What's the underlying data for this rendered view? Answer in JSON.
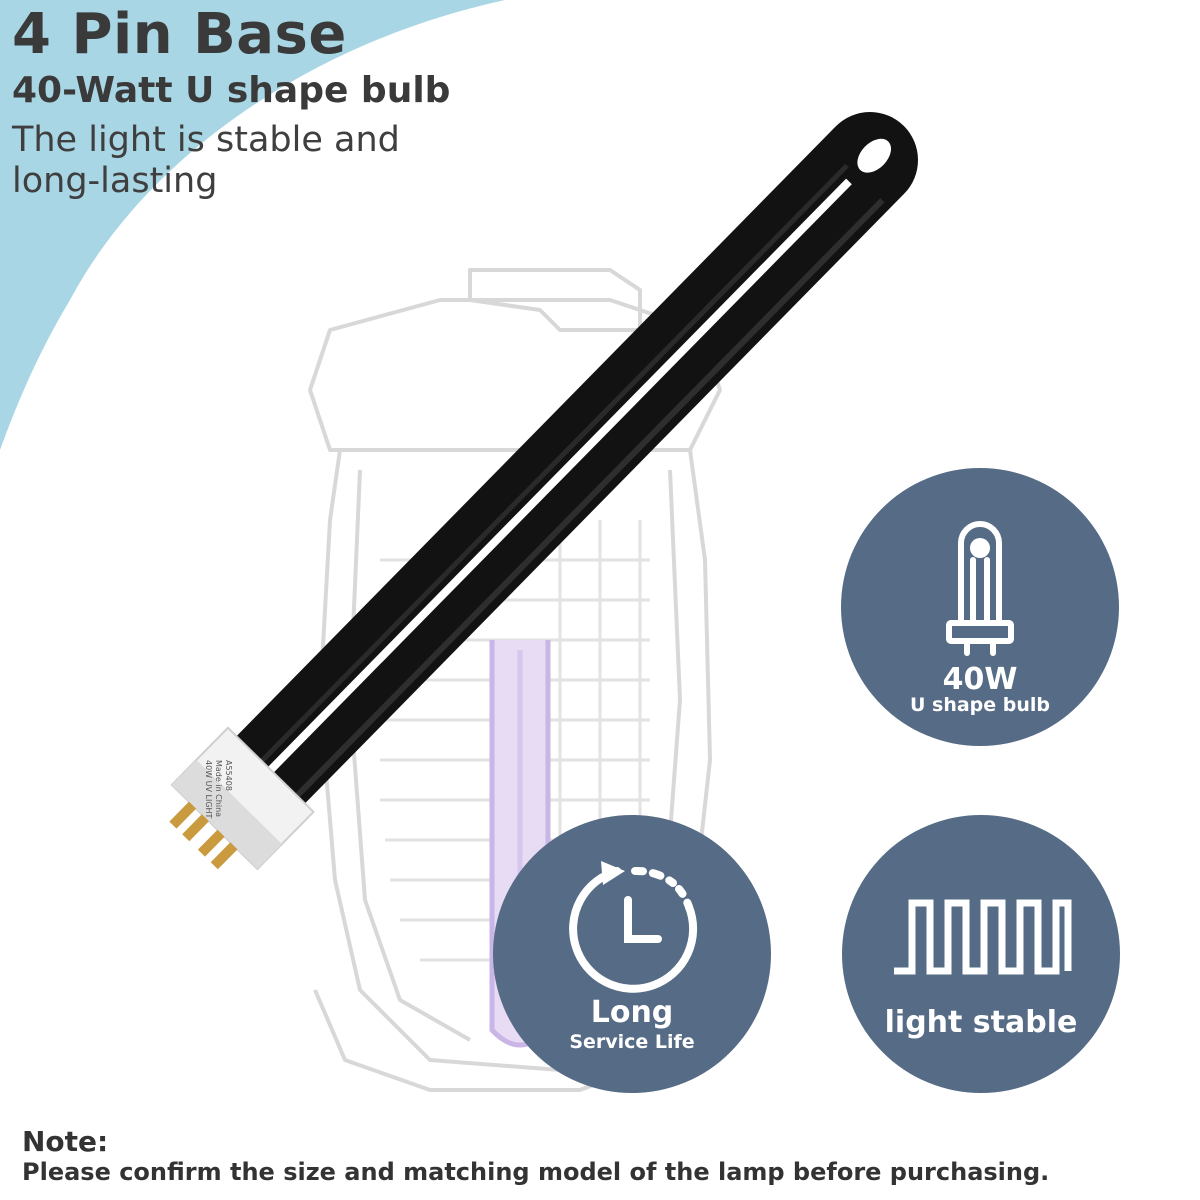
{
  "header": {
    "title": "4 Pin Base",
    "subtitle": "40-Watt U shape bulb",
    "description": "The light is stable and long-lasting"
  },
  "product": {
    "base_label_lines": [
      "40W UV LIGHT",
      "Made in China",
      "A55408"
    ]
  },
  "badges": {
    "watt": {
      "title": "40W",
      "caption": "U shape bulb",
      "icon": "u-bulb-icon"
    },
    "life": {
      "title": "Long",
      "caption": "Service Life",
      "icon": "clock-icon"
    },
    "stable": {
      "title": "light stable",
      "icon": "square-wave-icon"
    }
  },
  "note": {
    "title": "Note:",
    "text": "Please confirm the size and matching model of the lamp before purchasing."
  },
  "colors": {
    "background_arc": "#a9d6e5",
    "badge": "#566b85",
    "text": "#3a3a3a",
    "bulb": "#111111"
  }
}
